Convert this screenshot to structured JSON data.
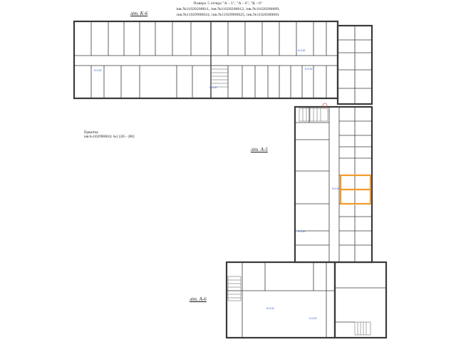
{
  "header": {
    "line1": "Поверх  5  літера \"А - 5\", \"А - 6\", \"К - 6\"",
    "line2": "інв.№11020200011, інв.№11020200012, інв.№11020200009,",
    "line3": "інв.№11029900024, інв.№11029900025, інв.№11020300001"
  },
  "wing_labels": {
    "k6": "літ. К-6",
    "a5": "літ. А-5",
    "a6": "літ. А-6"
  },
  "note": {
    "title": "Примітка:",
    "text": "інв.№11029900024: №2 (265 - 280)"
  },
  "room_labels": [
    "H=3,00",
    "H=3,00",
    "H=3,00",
    "H=3,00",
    "H=3,00",
    "H=3,00",
    "H=3,00",
    "H=3,00"
  ],
  "legend_colors": {
    "walls": "#3a3a3a",
    "highlight": "#f29a2e",
    "height_marks": "#2b4fd8"
  }
}
